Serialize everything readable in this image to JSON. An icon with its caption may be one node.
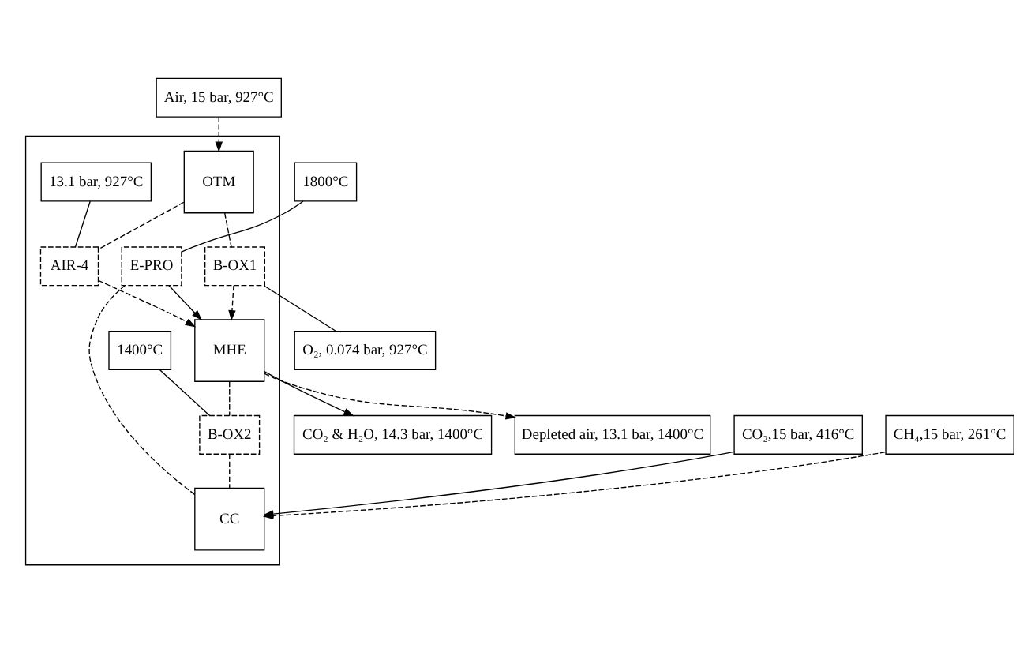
{
  "diagram": {
    "nodes": [
      {
        "text": [
          "Air, 15 bar, 927°C"
        ]
      },
      {
        "text": [
          "CO₂ & H₂O, 14.3 bar, 1400°C"
        ]
      },
      {
        "text": [
          "Depleted air, 13.1 bar, 1400°C"
        ]
      },
      {
        "text": [
          "CO₂,15 bar, 416°C"
        ]
      },
      {
        "text": [
          "CH₄,15 bar, 261°C"
        ]
      },
      {
        "text": [],
        "shape": "box"
      },
      {
        "text": [
          "13.1 bar, 927°C"
        ],
        "in": 5
      },
      {
        "text": [
          "1400°C"
        ],
        "in": 5
      },
      {
        "text": [
          "OTM"
        ],
        "in": 5
      },
      {
        "text": [
          "AIR-4"
        ],
        "in": 5
      },
      {
        "text": [
          "MHE"
        ],
        "in": 5
      },
      {
        "text": [
          "B-OX2"
        ],
        "in": 5
      },
      {
        "text": [
          "CC"
        ],
        "in": 5
      },
      {
        "text": [
          "B-OX1"
        ],
        "in": 5
      },
      {
        "text": [
          "E-PRO"
        ],
        "in": 5
      },
      {
        "text": [
          "O₂, 0.074 bar, 927°C"
        ]
      },
      {
        "text": [
          "1800°C"
        ]
      }
    ],
    "edges": [
      {
        "from": 0,
        "to": 8,
        "arrow": "to",
        "style": "dashed"
      },
      {
        "from": 10,
        "to": 1,
        "arrow": "to"
      },
      {
        "from": 10,
        "to": 2,
        "arrow": "to",
        "style": "dashed"
      },
      {
        "from": 3,
        "to": 12,
        "arrow": "to"
      },
      {
        "from": 4,
        "to": 12,
        "arrow": "to",
        "style": "dashed"
      },
      {
        "from": 6,
        "to": 9,
        "arrow": "none"
      },
      {
        "from": 7,
        "to": 11,
        "arrow": "none"
      },
      {
        "from": 8,
        "to": 9,
        "arrow": "none",
        "style": "dashed"
      },
      {
        "from": 9,
        "to": 10,
        "arrow": "to",
        "style": "dashed"
      },
      {
        "from": 8,
        "to": 13,
        "arrow": "none",
        "style": "dashed"
      },
      {
        "from": 13,
        "to": 10,
        "arrow": "to",
        "style": "dashed"
      },
      {
        "from": 13,
        "to": 15,
        "arrow": "none"
      },
      {
        "from": 10,
        "to": 11,
        "arrow": "none",
        "style": "dashed"
      },
      {
        "from": 11,
        "to": 12,
        "arrow": "none",
        "style": "dashed"
      },
      {
        "from": 14,
        "to": 10,
        "arrow": "to"
      },
      {
        "from": 14,
        "to": 12,
        "arrow": "none",
        "style": "dashed"
      },
      {
        "from": 16,
        "to": 14,
        "arrow": "none"
      }
    ]
  }
}
